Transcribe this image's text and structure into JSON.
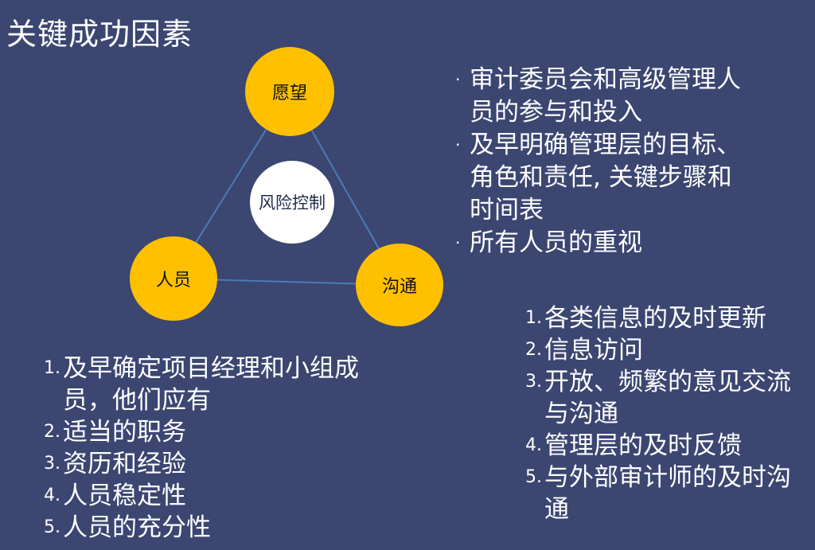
{
  "title": "关键成功因素",
  "diagram": {
    "center": "风险控制",
    "nodes": {
      "top": "愿望",
      "left": "人员",
      "right": "沟通"
    },
    "node_color": "#ffc000",
    "line_color": "#4a7bb7"
  },
  "bullets": [
    {
      "dot": "·",
      "text": "审计委员会和高级管理人员的参与和投入"
    },
    {
      "dot": "·",
      "text": "及早明确管理层的目标、 角色和责任, 关键步骤和时间表"
    },
    {
      "dot": "·",
      "text": "所有人员的重视"
    }
  ],
  "left_list": [
    {
      "num": "1.",
      "text": "及早确定项目经理和小组成员，他们应有"
    },
    {
      "num": "2.",
      "text": "适当的职务"
    },
    {
      "num": "3.",
      "text": "资历和经验"
    },
    {
      "num": "4.",
      "text": "人员稳定性"
    },
    {
      "num": "5.",
      "text": "人员的充分性"
    }
  ],
  "right_list": [
    {
      "num": "1.",
      "text": "各类信息的及时更新"
    },
    {
      "num": "2.",
      "text": "信息访问"
    },
    {
      "num": "3.",
      "text": "开放、频繁的意见交流与沟通"
    },
    {
      "num": "4.",
      "text": "管理层的及时反馈"
    },
    {
      "num": "5.",
      "text": "与外部审计师的及时沟通"
    }
  ]
}
